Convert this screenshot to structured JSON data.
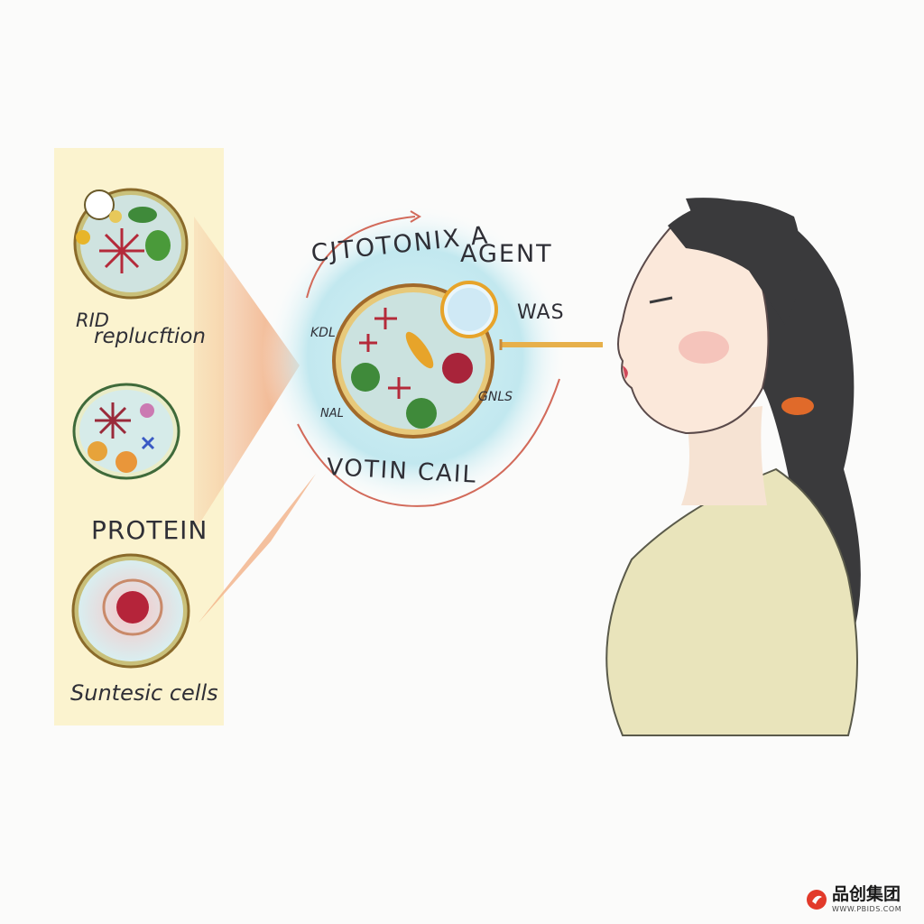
{
  "panel": {
    "label_1_top": "RID",
    "label_1_bottom": "replucftion",
    "label_2": "PROTEIN",
    "label_3": "Suntesic cells"
  },
  "diagram": {
    "title_top": "CJTOTONIX A",
    "title_agent": "AGENT",
    "label_was": "WAS",
    "label_kdl": "KDL",
    "label_nal": "NAL",
    "label_gnls": "GNLS",
    "title_bottom": "VOTIN CAIL"
  },
  "watermark": {
    "logo_text": "品创集团",
    "logo_url": "WWW.PBIDS.COM"
  },
  "colors": {
    "panel_bg": "#fbf3cf",
    "beam": "#ef9a6a",
    "halo": "#bfe6ee",
    "shirt": "#e9e4bb",
    "hair": "#3a3a3c",
    "hair_tie": "#e06a2a"
  }
}
